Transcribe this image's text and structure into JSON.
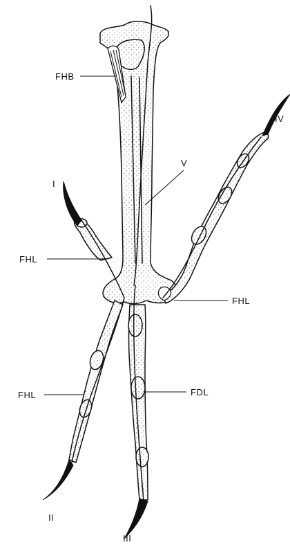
{
  "labels": {
    "fhb": "FHB",
    "v": "V",
    "digit_i": "I",
    "fhl_upper": "FHL",
    "digit_iv": "IV",
    "fhl_right": "FHL",
    "fhl_lower": "FHL",
    "fdl": "FDL",
    "digit_ii": "II",
    "digit_iii": "III"
  }
}
